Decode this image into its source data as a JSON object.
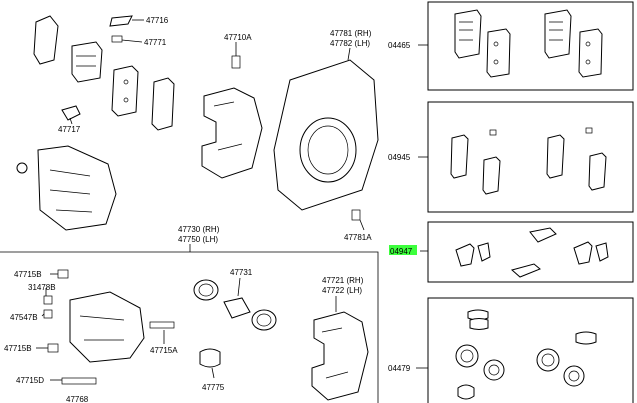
{
  "labels": {
    "p47716": "47716",
    "p47771": "47771",
    "p47717": "47717",
    "p47710A": "47710A",
    "p47781": "47781 (RH)",
    "p47782": "47782 (LH)",
    "p04465": "04465",
    "p04945": "04945",
    "p04947": "04947",
    "p04479": "04479",
    "p47781A": "47781A",
    "p47730": "47730 (RH)",
    "p47750": "47750 (LH)",
    "p47715B_top": "47715B",
    "p31478B": "31478B",
    "p47547B": "47547B",
    "p47715B_mid": "47715B",
    "p47715D": "47715D",
    "p47768": "47768",
    "p47731": "47731",
    "p47715A": "47715A",
    "p47775": "47775",
    "p47721": "47721 (RH)",
    "p47722": "47722 (LH)"
  },
  "highlight_color": "#3dff3d",
  "highlighted_part": "04947"
}
